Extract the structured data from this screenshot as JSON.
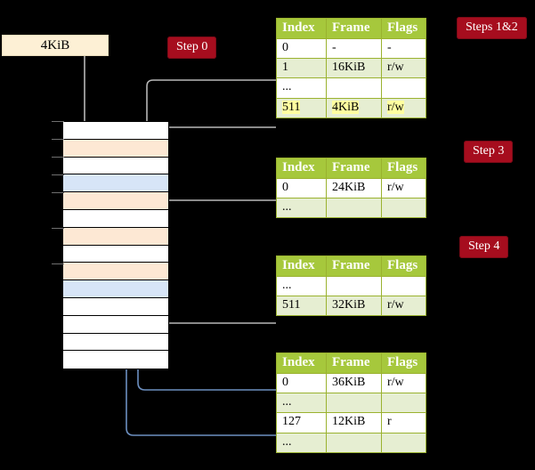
{
  "diagram": {
    "title_hidden": "",
    "source_box": {
      "label": "4KiB"
    },
    "badges": [
      {
        "name": "step-0",
        "label": "Step 0"
      },
      {
        "name": "steps-1-2",
        "label": "Steps 1&2"
      },
      {
        "name": "step-3",
        "label": "Step 3"
      },
      {
        "name": "step-4",
        "label": "Step 4"
      }
    ],
    "colors": {
      "badge_bg": "#a60d1e",
      "badge_text": "#ffffff",
      "table_header_bg": "#a6c83c",
      "table_border": "#9ab22f",
      "table_alt_row": "#e6eed2",
      "highlight": "#ffffa0",
      "source_box_bg": "#fdf0d5",
      "memory_peach": "#fde8d4",
      "memory_blue": "#d7e5f7",
      "memory_white": "#ffffff",
      "arrow_grey": "#b4b4b4",
      "arrow_blue": "#6c8fc0"
    },
    "memory_column": {
      "name": "physical-memory-column",
      "rows": [
        {
          "fill": "white"
        },
        {
          "fill": "peach"
        },
        {
          "fill": "white"
        },
        {
          "fill": "blue"
        },
        {
          "fill": "peach"
        },
        {
          "fill": "white"
        },
        {
          "fill": "peach"
        },
        {
          "fill": "white"
        },
        {
          "fill": "peach"
        },
        {
          "fill": "blue"
        },
        {
          "fill": "white"
        },
        {
          "fill": "white"
        },
        {
          "fill": "white"
        },
        {
          "fill": "white"
        }
      ]
    },
    "tables": [
      {
        "name": "page-table-level-4",
        "columns": [
          "Index",
          "Frame",
          "Flags"
        ],
        "rows": [
          {
            "style": "plain",
            "cells": [
              "0",
              "-",
              "-"
            ]
          },
          {
            "style": "alt",
            "cells": [
              "1",
              "16KiB",
              "r/w"
            ]
          },
          {
            "style": "plain",
            "cells": [
              "...",
              "",
              ""
            ]
          },
          {
            "style": "hl",
            "cells": [
              "511",
              "4KiB",
              "r/w"
            ]
          }
        ]
      },
      {
        "name": "page-table-level-3",
        "columns": [
          "Index",
          "Frame",
          "Flags"
        ],
        "rows": [
          {
            "style": "plain",
            "cells": [
              "0",
              "24KiB",
              "r/w"
            ]
          },
          {
            "style": "alt",
            "cells": [
              "...",
              "",
              ""
            ]
          }
        ]
      },
      {
        "name": "page-table-level-2",
        "columns": [
          "Index",
          "Frame",
          "Flags"
        ],
        "rows": [
          {
            "style": "plain",
            "cells": [
              "...",
              "",
              ""
            ]
          },
          {
            "style": "alt",
            "cells": [
              "511",
              "32KiB",
              "r/w"
            ]
          }
        ]
      },
      {
        "name": "page-table-level-1",
        "columns": [
          "Index",
          "Frame",
          "Flags"
        ],
        "rows": [
          {
            "style": "plain",
            "cells": [
              "0",
              "36KiB",
              "r/w"
            ]
          },
          {
            "style": "alt",
            "cells": [
              "...",
              "",
              ""
            ]
          },
          {
            "style": "plain",
            "cells": [
              "127",
              "12KiB",
              "r"
            ]
          },
          {
            "style": "alt",
            "cells": [
              "...",
              "",
              ""
            ]
          }
        ]
      }
    ]
  }
}
